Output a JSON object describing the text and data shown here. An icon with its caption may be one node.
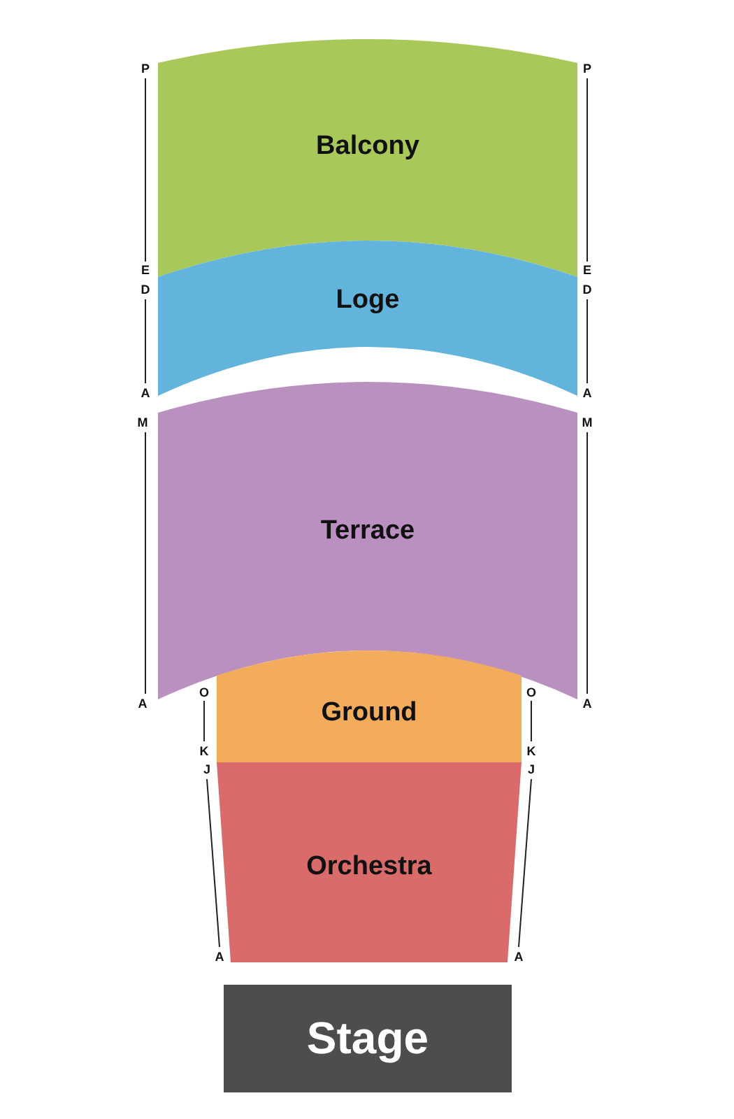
{
  "diagram": {
    "nodes": [
      {
        "text": [
          "Balcony"
        ]
      },
      {
        "text": [
          "Loge"
        ]
      },
      {
        "text": [
          "Terrace"
        ]
      },
      {
        "text": [
          "Ground"
        ]
      },
      {
        "text": [
          "Orchestra"
        ]
      },
      {
        "text": [
          "Stage"
        ]
      }
    ],
    "labels": [
      "P",
      "P",
      "E",
      "E",
      "D",
      "D",
      "A",
      "A",
      "M",
      "M",
      "O",
      "O",
      "A",
      "A",
      "K",
      "K",
      "J",
      "J",
      "A",
      "A"
    ]
  }
}
